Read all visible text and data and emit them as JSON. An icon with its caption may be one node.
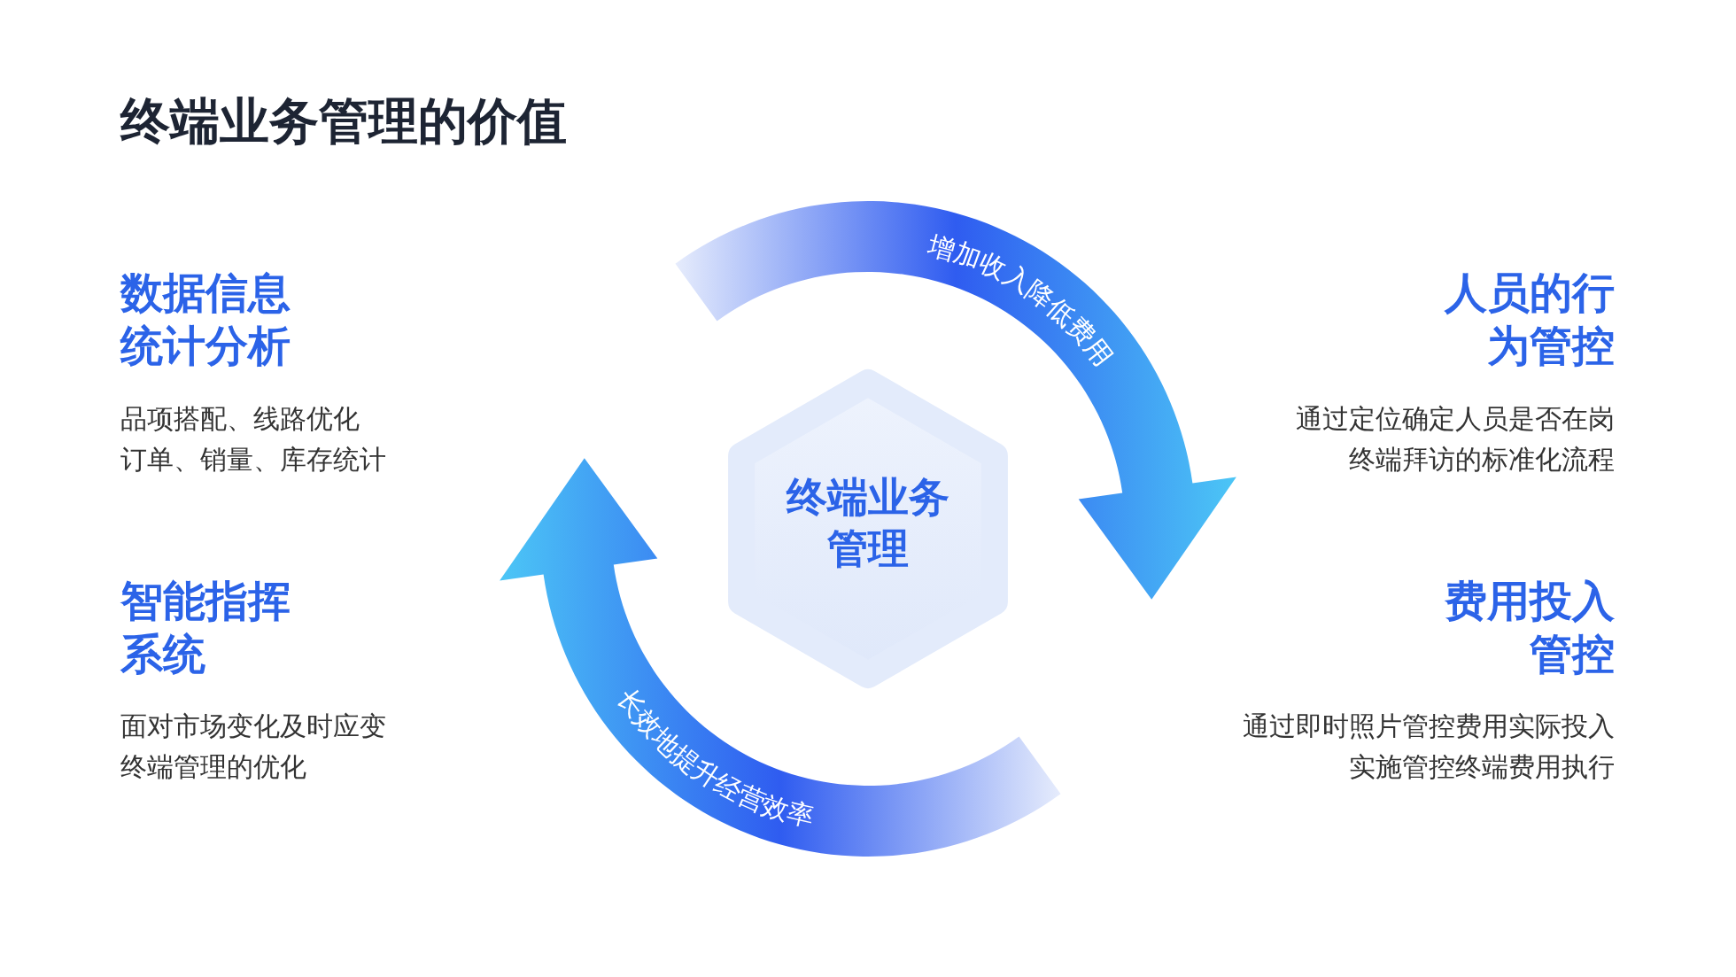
{
  "diagram": {
    "title": "终端业务管理的价值",
    "nodes": [
      {
        "text": [
          "终端业务管理"
        ]
      },
      {
        "text": [
          "增加收入降低费用"
        ]
      },
      {
        "text": [
          "长效地提升经营效率"
        ]
      }
    ],
    "labels": [
      "数据信息统计分析",
      "品项搭配、线路优化",
      "订单、销量、库存统计",
      "人员的行为管控",
      "通过定位确定人员是否在岗",
      "终端拜访的标准化流程",
      "智能指挥系统",
      "面对市场变化及时应变",
      "终端管理的优化",
      "费用投入管控",
      "通过即时照片管控费用实际投入",
      "实施管控终端费用执行"
    ]
  }
}
